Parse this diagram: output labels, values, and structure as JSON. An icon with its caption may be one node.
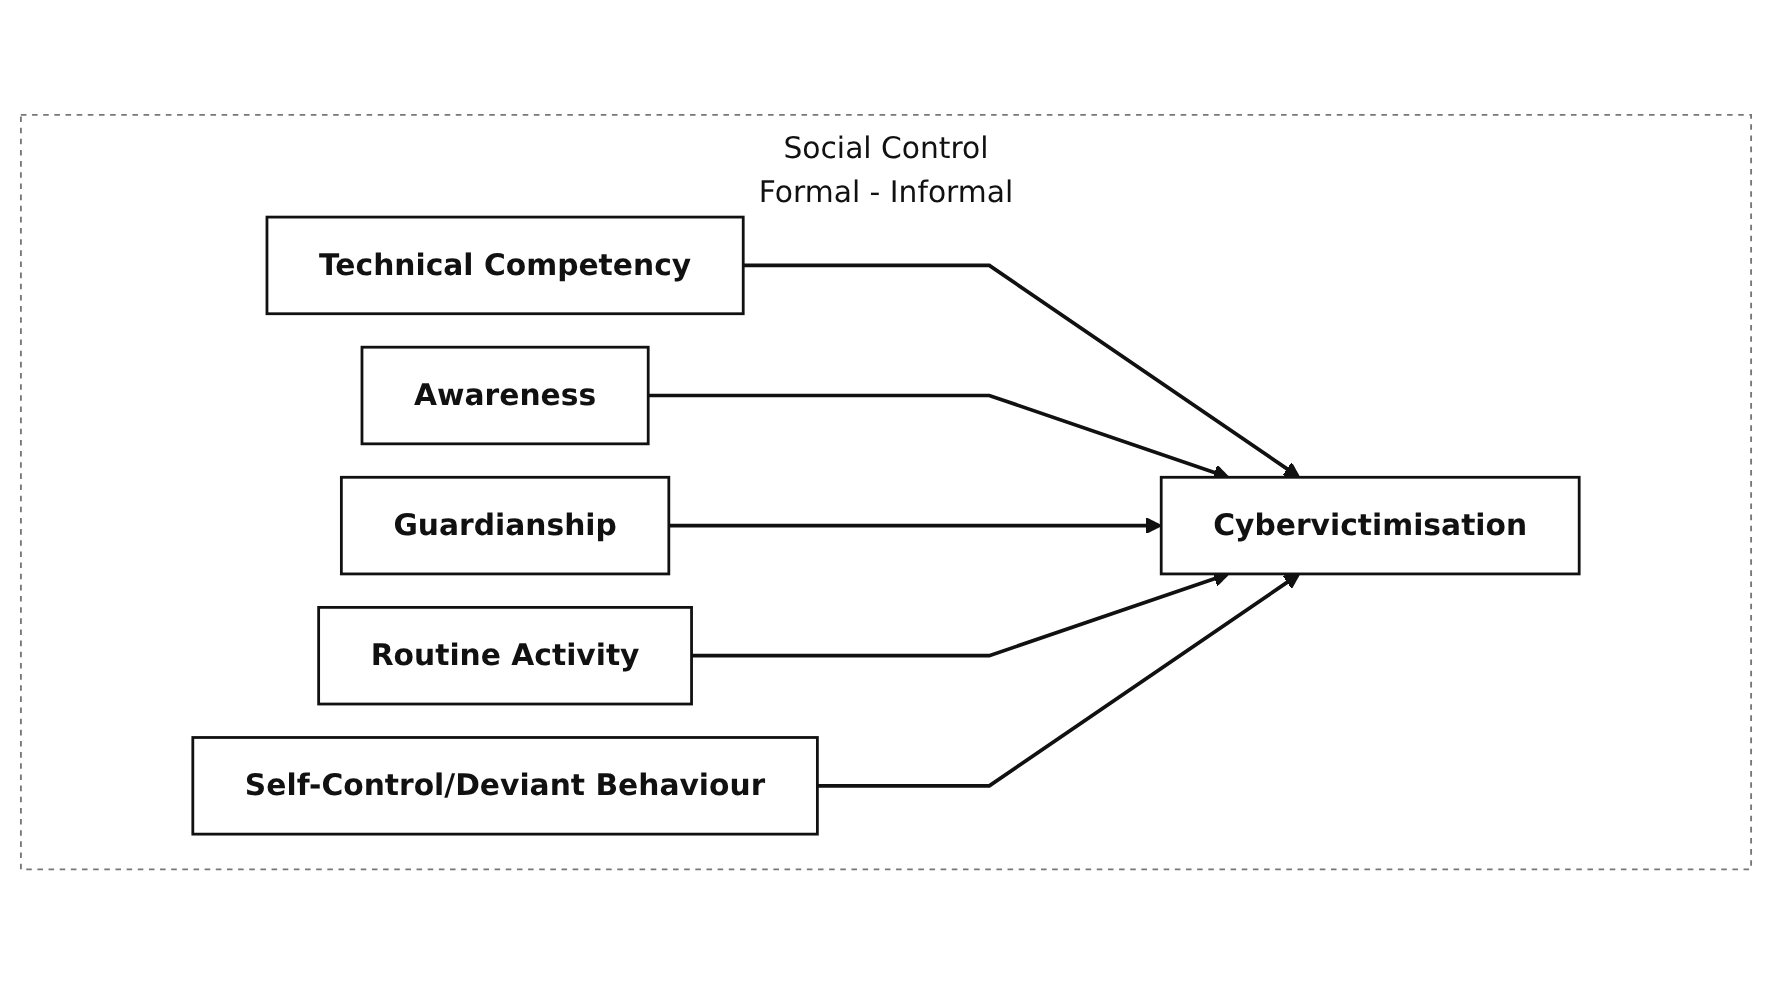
{
  "diagram": {
    "nodes": [
      {
        "text": [
          "Social Control",
          "Formal - Informal"
        ]
      },
      {
        "text": [
          "Technical Competency"
        ],
        "in": 0
      },
      {
        "text": [
          "Awareness"
        ],
        "in": 0
      },
      {
        "text": [
          "Guardianship"
        ],
        "in": 0
      },
      {
        "text": [
          "Routine Activity"
        ],
        "in": 0
      },
      {
        "text": [
          "Self-Control/Deviant Behaviour"
        ],
        "in": 0
      },
      {
        "text": [
          "Cybervictimisation"
        ],
        "in": 0
      }
    ],
    "edges": [
      {
        "from": 1,
        "to": 6,
        "arrow": "to"
      },
      {
        "from": 2,
        "to": 6,
        "arrow": "to"
      },
      {
        "from": 3,
        "to": 6,
        "arrow": "to"
      },
      {
        "from": 4,
        "to": 6,
        "arrow": "to"
      },
      {
        "from": 5,
        "to": 6,
        "arrow": "to"
      }
    ]
  }
}
